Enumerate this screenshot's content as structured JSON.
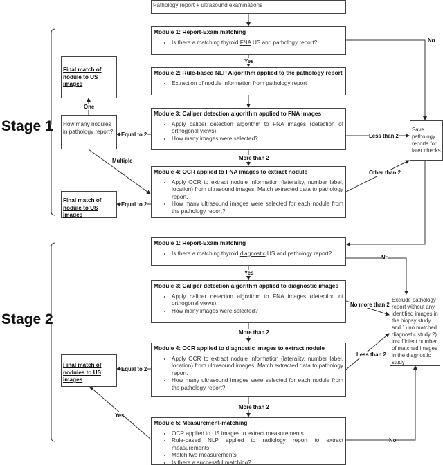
{
  "start": "Pathology report + ultrasound examinations",
  "stage1": {
    "label": "Stage 1",
    "m1": {
      "title": "Module 1: Report-Exam matching",
      "bullets": [
        "Is there a matching thyroid ",
        "FNA",
        " US and pathology report?"
      ]
    },
    "m2": {
      "title": "Module 2: Rule-based NLP Algorithm applied to the pathology report",
      "bullets": [
        "Extraction of nodule information from pathology report"
      ]
    },
    "m3": {
      "title": "Module 3: Caliper detection algorithm applied to FNA images",
      "bullets": [
        "Apply caliper detection algorithm to FNA images (detection of orthogonal views).",
        "How many images were selected?"
      ]
    },
    "m4": {
      "title": "Module 4: OCR applied to FNA images to extract nodule",
      "bullets": [
        "Apply OCR to extract nodule information (laterality, number label, location) from ultrasound images. Match extracted data to pathology report.",
        "How many ultrasound images were selected for each nodule from the pathology report?"
      ]
    },
    "final1": "Final match of nodule to US images",
    "question": "How many nodules in pathology report?",
    "final2": "Final match of nodule to US images",
    "save": "Save pathology reports for later checks",
    "edges": {
      "yes": "Yes",
      "no": "No",
      "one": "One",
      "equal1": "Equal to 2",
      "multiple": "Multiple",
      "more": "More than 2",
      "less": "Less than 2",
      "other": "Other than 2",
      "equal2": "Equal to 2"
    }
  },
  "stage2": {
    "label": "Stage 2",
    "m1": {
      "title": "Module 1: Report-Exam matching",
      "bullets": [
        "Is there a matching thyroid ",
        "diagnostic",
        " US and pathology report?"
      ]
    },
    "m3": {
      "title": "Module 3: Caliper detection algorithm applied to diagnostic images",
      "bullets": [
        "Apply caliper detection algorithm to FNA images (detection of orthogonal views).",
        "How many images were selected?"
      ]
    },
    "m4": {
      "title": "Module 4: OCR applied to diagnostic images to extract nodule",
      "bullets": [
        "Apply OCR to extract nodule information (laterality, number label, location) from ultrasound images. Match extracted data to pathology report.",
        "How many ultrasound images were selected for each nodule from the pathology report?"
      ]
    },
    "m5": {
      "title": "Module 5: Measurement-matching",
      "bullets": [
        "OCR applied to US images to extract measurements",
        "Rule-based NLP applied to radiology report to extract measurements",
        "Match two measurements",
        "Is there a successful matching?"
      ]
    },
    "final": "Final match of nodules to US images",
    "exclude": "Exclude pathology report without any identified images in the biopsy study and 1) no matched diagnostic study 2) insufficient number of matched images in the diagnostic study",
    "edges": {
      "yes": "Yes",
      "no1": "No",
      "nomore": "No more than 2",
      "more1": "More than 2",
      "less": "Less than 2",
      "equal": "Equal to 2",
      "more2": "More than 2",
      "yes2": "Yes",
      "no2": "No"
    }
  }
}
